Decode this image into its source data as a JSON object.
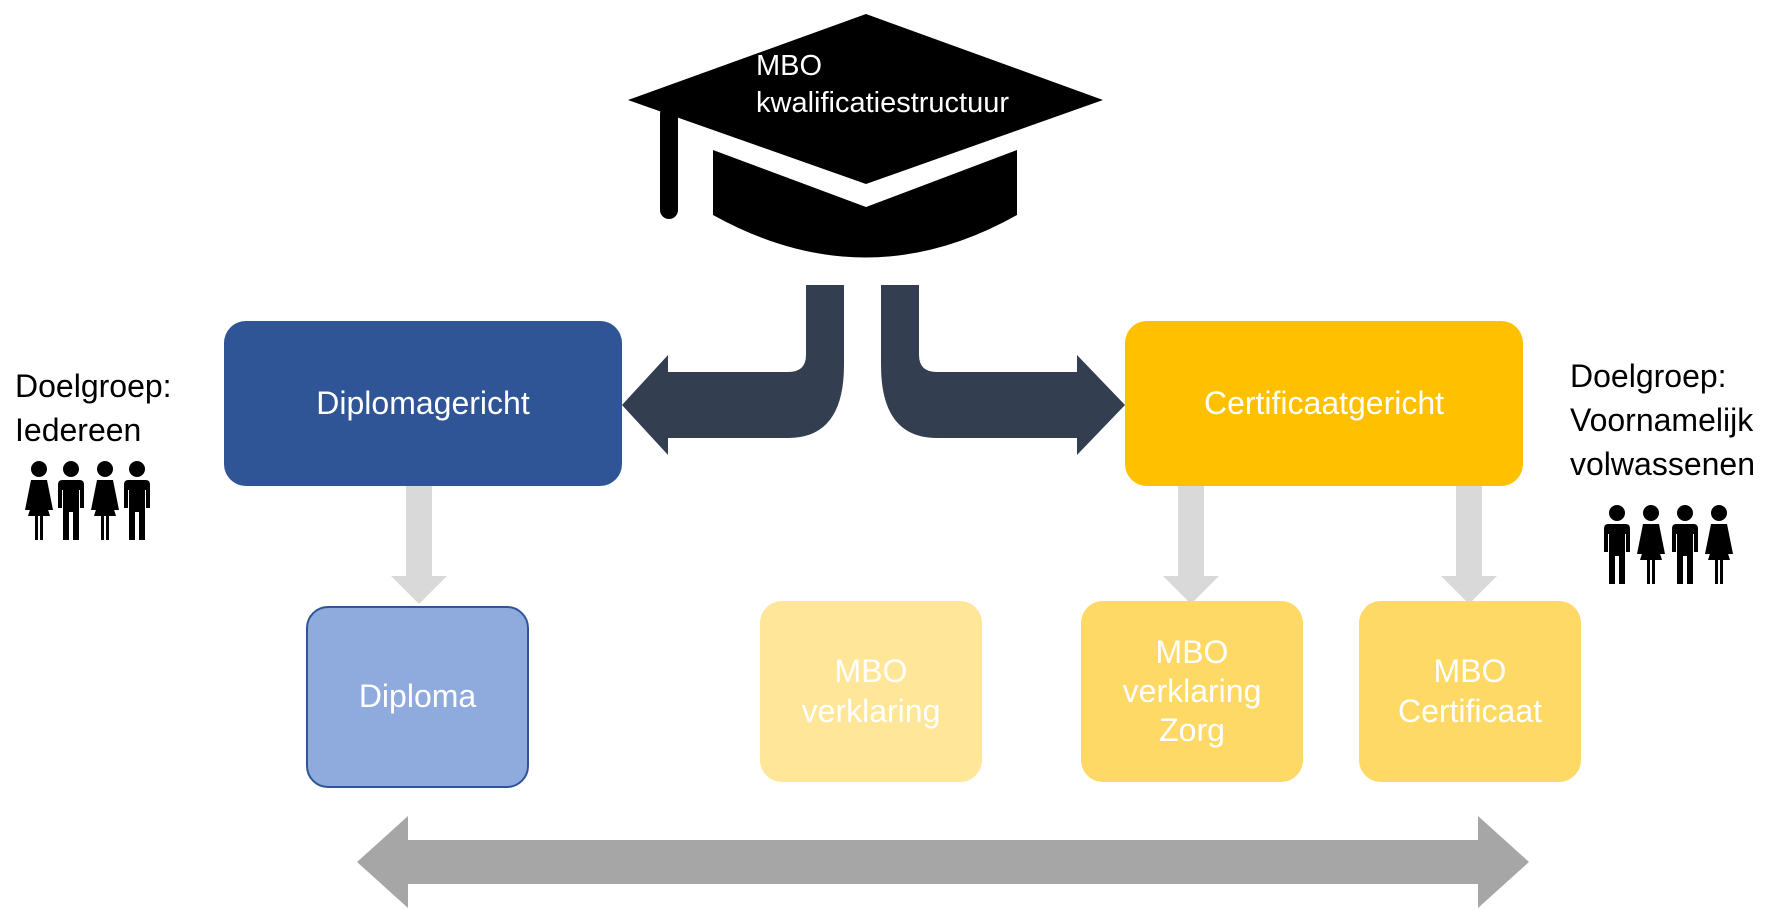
{
  "header": {
    "cap_line1": "MBO",
    "cap_line2": "kwalificatiestructuur"
  },
  "routes": {
    "diplomagericht": "Diplomagericht",
    "certificaatgericht": "Certificaatgericht"
  },
  "outcomes": {
    "diploma": "Diploma",
    "mbo_verklaring": [
      "MBO",
      "verklaring"
    ],
    "mbo_verklaring_zorg": [
      "MBO",
      "verklaring",
      "Zorg"
    ],
    "mbo_certificaat": [
      "MBO",
      "Certificaat"
    ]
  },
  "target_groups": {
    "left": [
      "Doelgroep:",
      "Iedereen"
    ],
    "right": [
      "Doelgroep:",
      "Voornamelijk",
      "volwassenen"
    ]
  },
  "icons": {
    "cap": "graduation-cap-icon",
    "people": "group-of-people-icon"
  },
  "colors": {
    "diplomagericht": "#2f5597",
    "certificaatgericht": "#ffc000",
    "diploma": "#8faadc",
    "mbo_verklaring": "#ffe699",
    "mbo_verklaring_zorg": "#ffd966",
    "mbo_certificaat": "#ffd966",
    "connector": "#333f50",
    "light_arrow": "#d9d9d9",
    "bottom_arrow": "#a6a6a6"
  }
}
